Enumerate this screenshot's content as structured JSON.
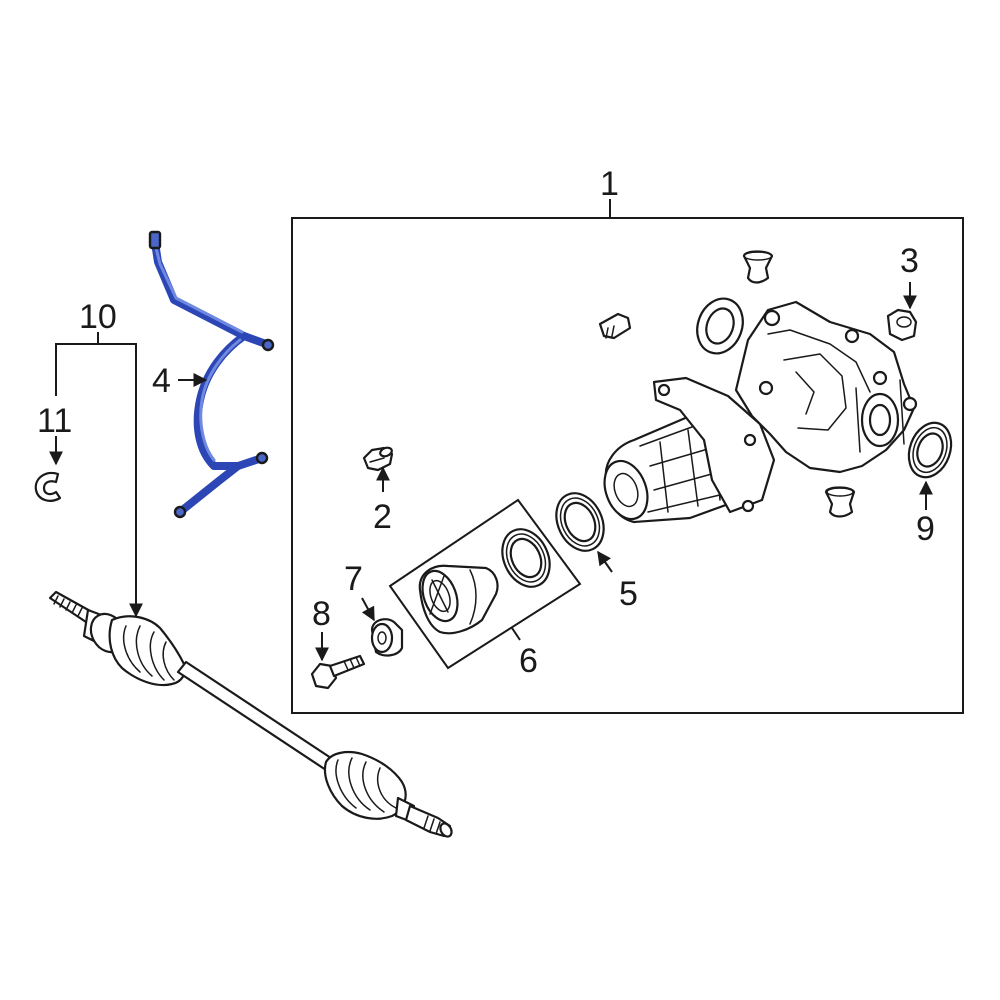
{
  "callouts": {
    "c1": "1",
    "c2": "2",
    "c3": "3",
    "c4": "4",
    "c5": "5",
    "c6": "6",
    "c7": "7",
    "c8": "8",
    "c9": "9",
    "c10": "10",
    "c11": "11"
  },
  "colors": {
    "highlight": "#2c47b5",
    "line": "#1a1a1a",
    "background": "#ffffff"
  },
  "highlighted_part": "4"
}
